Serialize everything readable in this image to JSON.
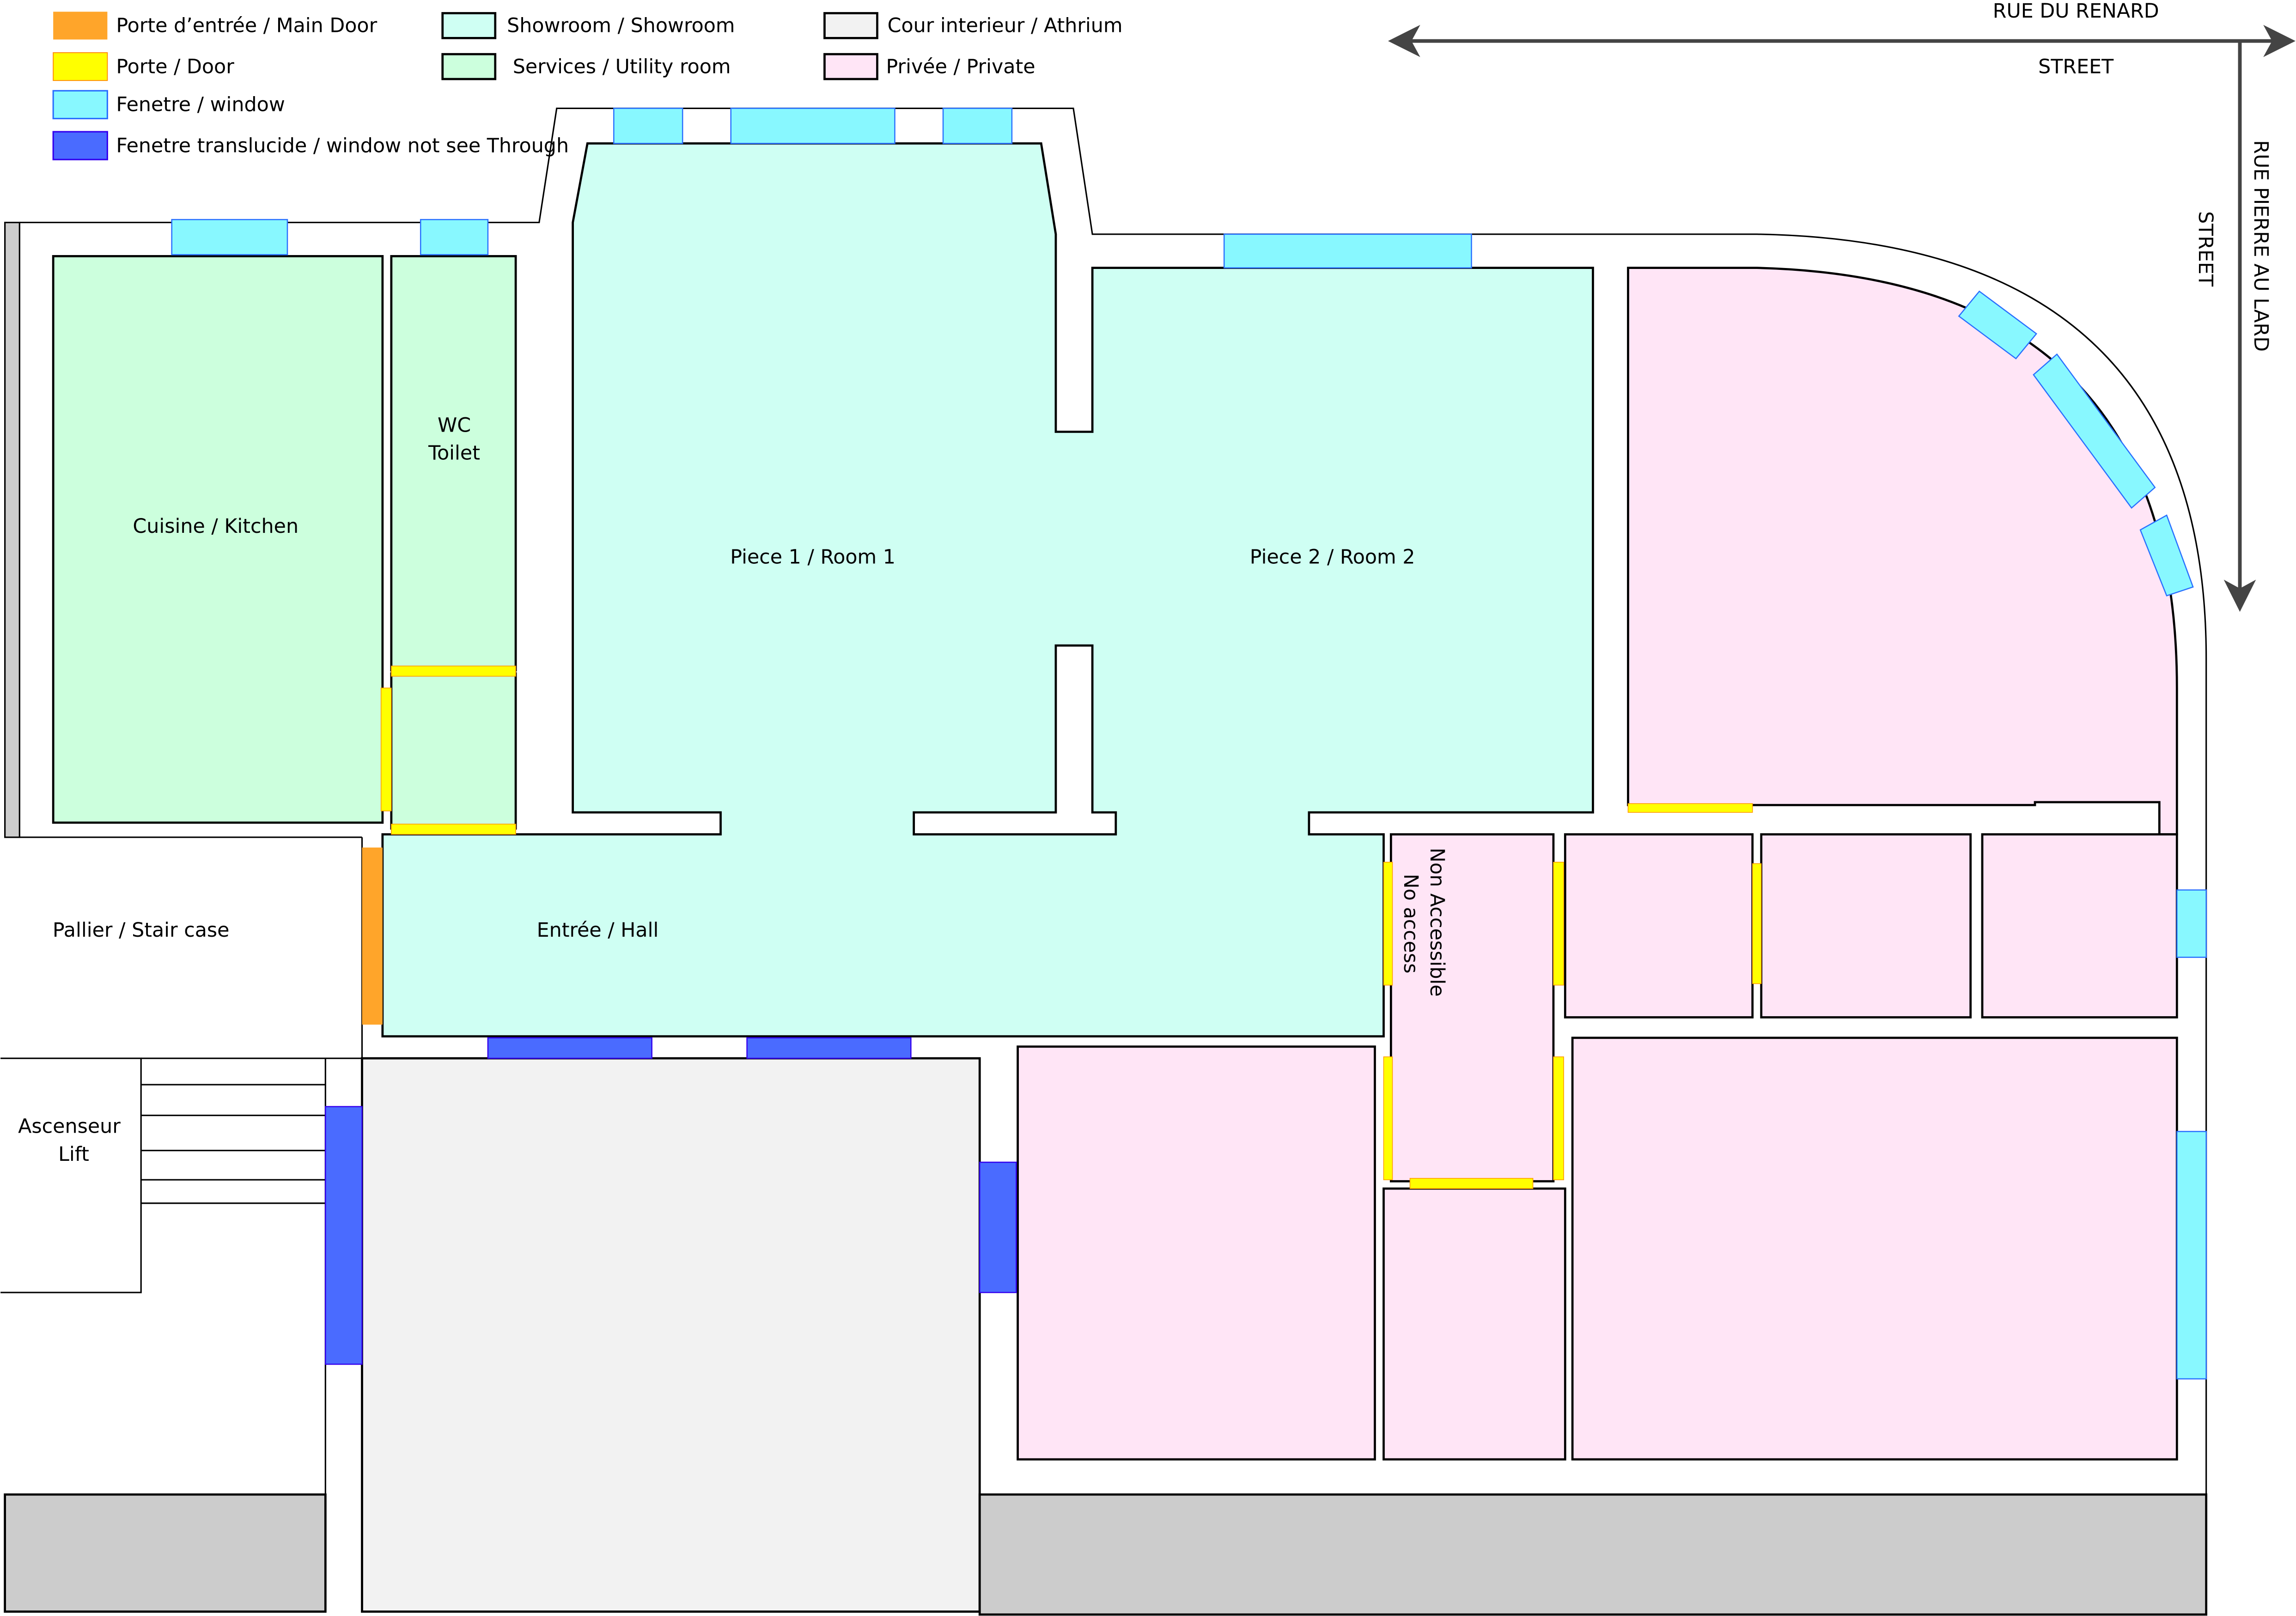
{
  "legend": [
    {
      "label": "Porte d’entrée / Main Door",
      "color": "#FFA52A"
    },
    {
      "label": "Porte  / Door",
      "color": "#FFFF00"
    },
    {
      "label": "Fenetre / window",
      "color": "#88F8FF"
    },
    {
      "label": "Fenetre translucide / window not see Through",
      "color": "#4A6BFF"
    },
    {
      "label": "Showroom / Showroom",
      "color": "#CFFFF3"
    },
    {
      "label": "Services /  Utility room",
      "color": "#CCFFDD"
    },
    {
      "label": "Cour interieur / Athrium",
      "color": "#F2F2F2"
    },
    {
      "label": "Privée  / Private",
      "color": "#FFE5F6"
    }
  ],
  "streets": {
    "top_name": "RUE DU RENARD",
    "top_type": "STREET",
    "right_name": "RUE PIERRE AU LARD",
    "right_type": "STREET"
  },
  "rooms": {
    "kitchen": "Cuisine / Kitchen",
    "wc_line1": "WC",
    "wc_line2": "Toilet",
    "room1": "Piece 1 / Room 1",
    "room2": "Piece 2 / Room 2",
    "hall": "Entrée / Hall",
    "stair": "Pallier / Stair case",
    "lift_line1": "Ascenseur",
    "lift_line2": "Lift",
    "no_access_line1": "Non Accessible",
    "no_access_line2": "No access"
  },
  "colors": {
    "main_door": "#FFA52A",
    "door": "#FFFF00",
    "window": "#88F8FF",
    "translucent": "#4A6BFF",
    "showroom": "#CFFFF3",
    "utility": "#CCFFDD",
    "atrium": "#F2F2F2",
    "private": "#FFE5F6",
    "outside": "#CCCCCC"
  }
}
